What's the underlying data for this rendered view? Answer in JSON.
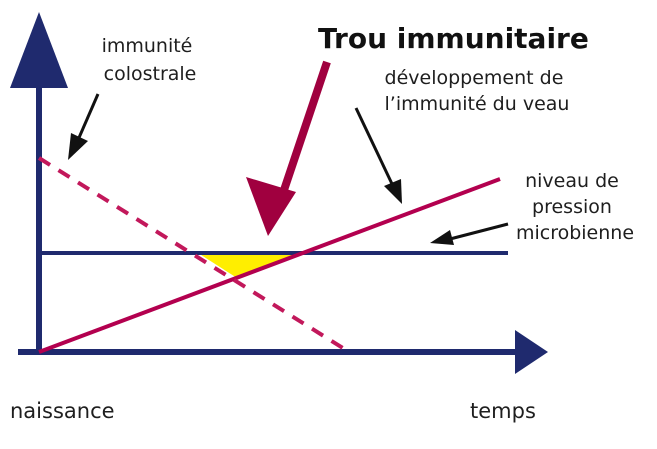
{
  "title": "Trou immunitaire",
  "labels": {
    "colostral": [
      "immunité",
      "colostrale"
    ],
    "calf": [
      "développement de",
      "l’immunité du veau"
    ],
    "pressure": [
      "niveau de",
      "pression",
      "microbienne"
    ]
  },
  "axes": {
    "x_start": "naissance",
    "x_end": "temps"
  },
  "colors": {
    "axis": "#1f2a6e",
    "pressure_line": "#1f2a6e",
    "calf_line": "#b3004f",
    "colostral_line": "#c2185b",
    "title_arrow": "#a0003f",
    "gap_fill": "#ffee00",
    "pointer": "#111111"
  }
}
